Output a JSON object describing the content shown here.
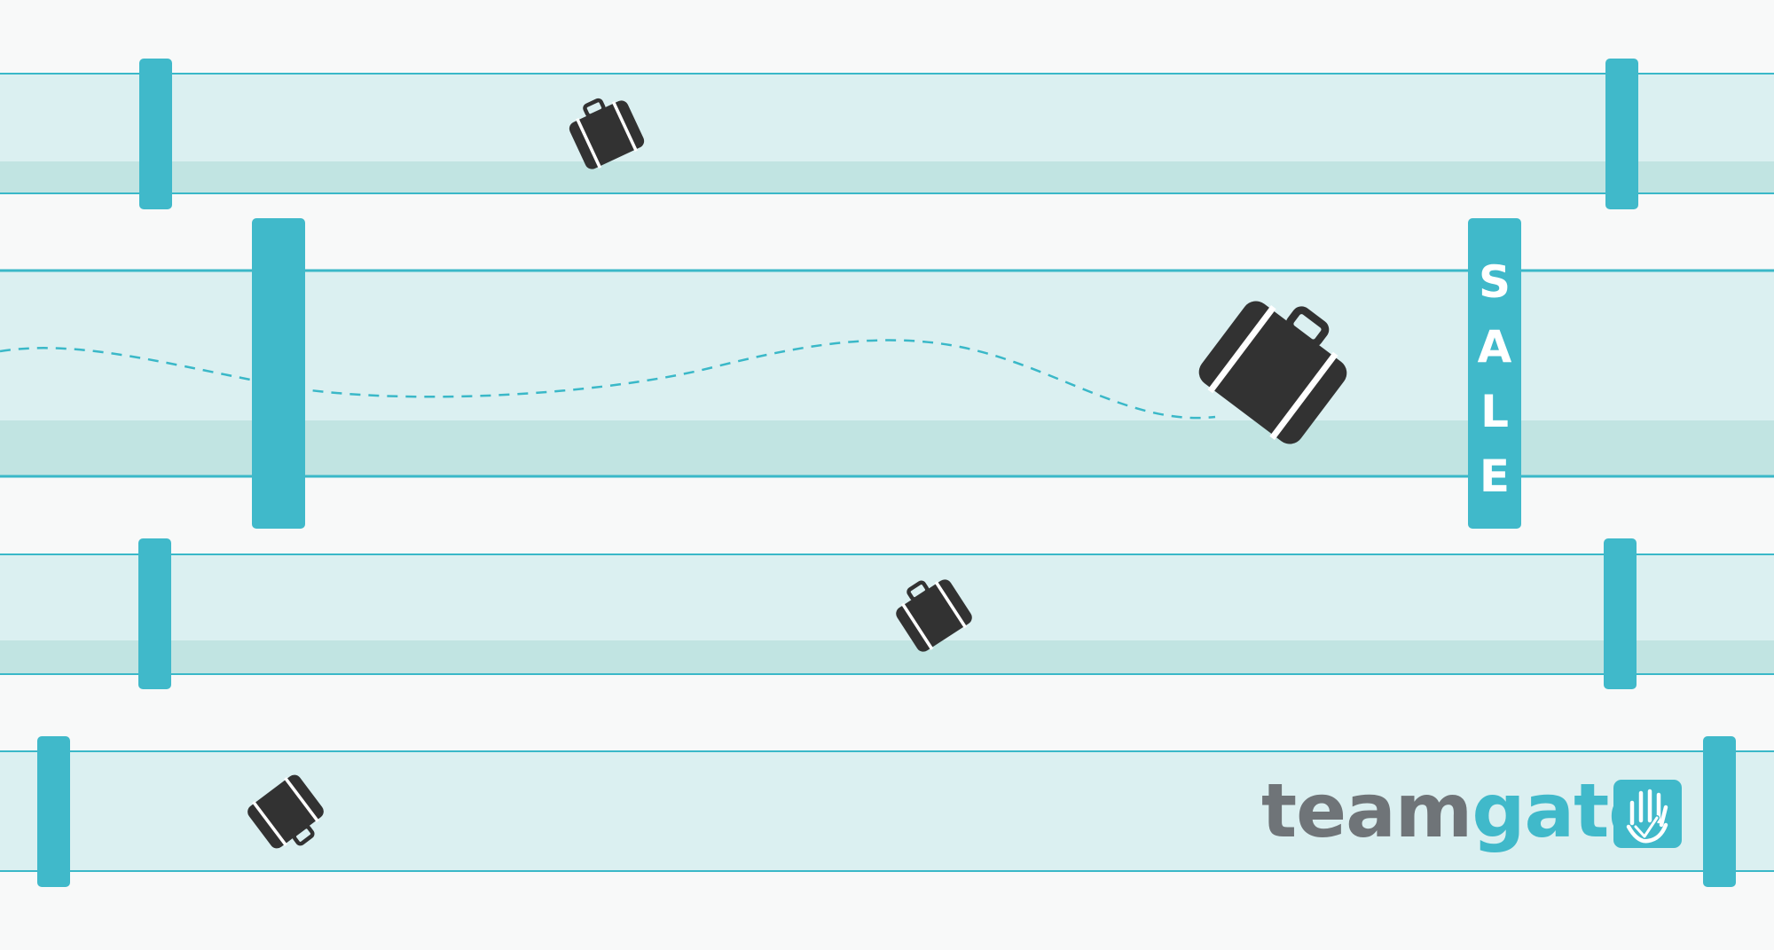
{
  "colors": {
    "background": "#f8f9f9",
    "lane_fill": "#dbf0f1",
    "lane_shade": "#c1e4e2",
    "lane_line": "#3ab8c8",
    "post": "#40b9ca",
    "suitcase": "#323232",
    "logo_grey": "#6f7478",
    "logo_teal": "#40b9ca"
  },
  "banner": {
    "letters": [
      "S",
      "A",
      "L",
      "E"
    ]
  },
  "logo": {
    "part1": "team",
    "part2": "gate"
  },
  "icons": {
    "suitcase": "briefcase-icon",
    "logo_mark": "hand-check-icon"
  }
}
